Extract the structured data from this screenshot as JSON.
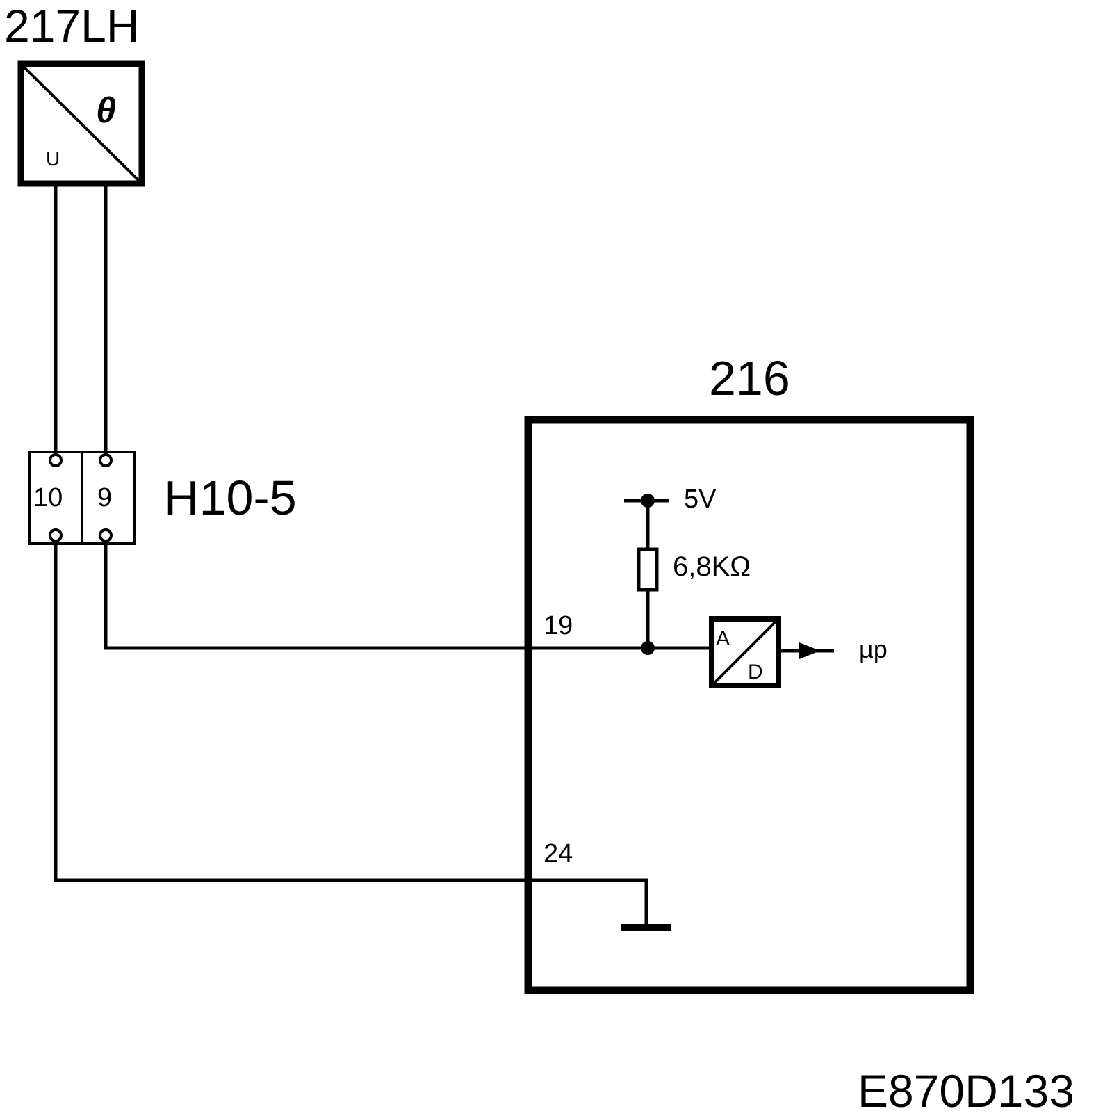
{
  "sensor": {
    "id": "217LH",
    "symbol": "θ",
    "output_label": "U"
  },
  "connector": {
    "id": "H10-5",
    "pins": [
      "10",
      "9"
    ]
  },
  "ecu": {
    "id": "216",
    "supply_label": "5V",
    "resistor_label": "6,8KΩ",
    "pin_signal": "19",
    "pin_ground": "24",
    "adc": {
      "in_label": "A",
      "out_label": "D"
    },
    "output_label": "µp"
  },
  "figure_code": "E870D133"
}
